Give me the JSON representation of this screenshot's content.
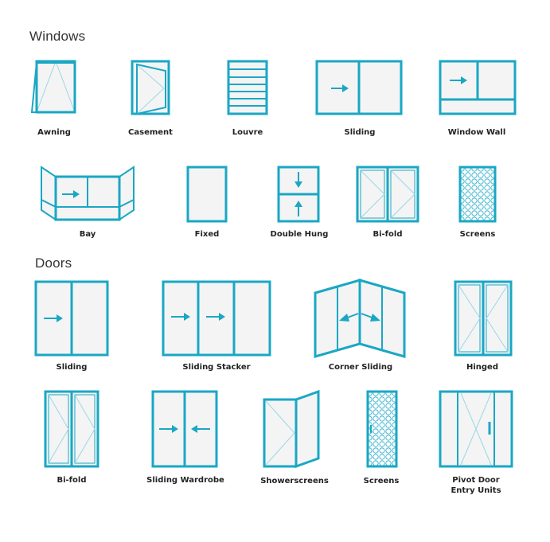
{
  "sections": {
    "windows": "Windows",
    "doors": "Doors"
  },
  "windows": {
    "awning": "Awning",
    "casement": "Casement",
    "louvre": "Louvre",
    "sliding": "Sliding",
    "window_wall": "Window Wall",
    "bay": "Bay",
    "fixed": "Fixed",
    "double_hung": "Double Hung",
    "bifold": "Bi-fold",
    "screens": "Screens"
  },
  "doors": {
    "sliding": "Sliding",
    "sliding_stacker": "Sliding Stacker",
    "corner_sliding": "Corner Sliding",
    "hinged": "Hinged",
    "bifold": "Bi-fold",
    "sliding_wardrobe": "Sliding Wardrobe",
    "showerscreens": "Showerscreens",
    "screens": "Screens",
    "pivot_door": "Pivot Door\nEntry Units"
  },
  "colors": {
    "frame": "#1aa7c4",
    "glass": "#f4f4f4",
    "text": "#222222"
  }
}
